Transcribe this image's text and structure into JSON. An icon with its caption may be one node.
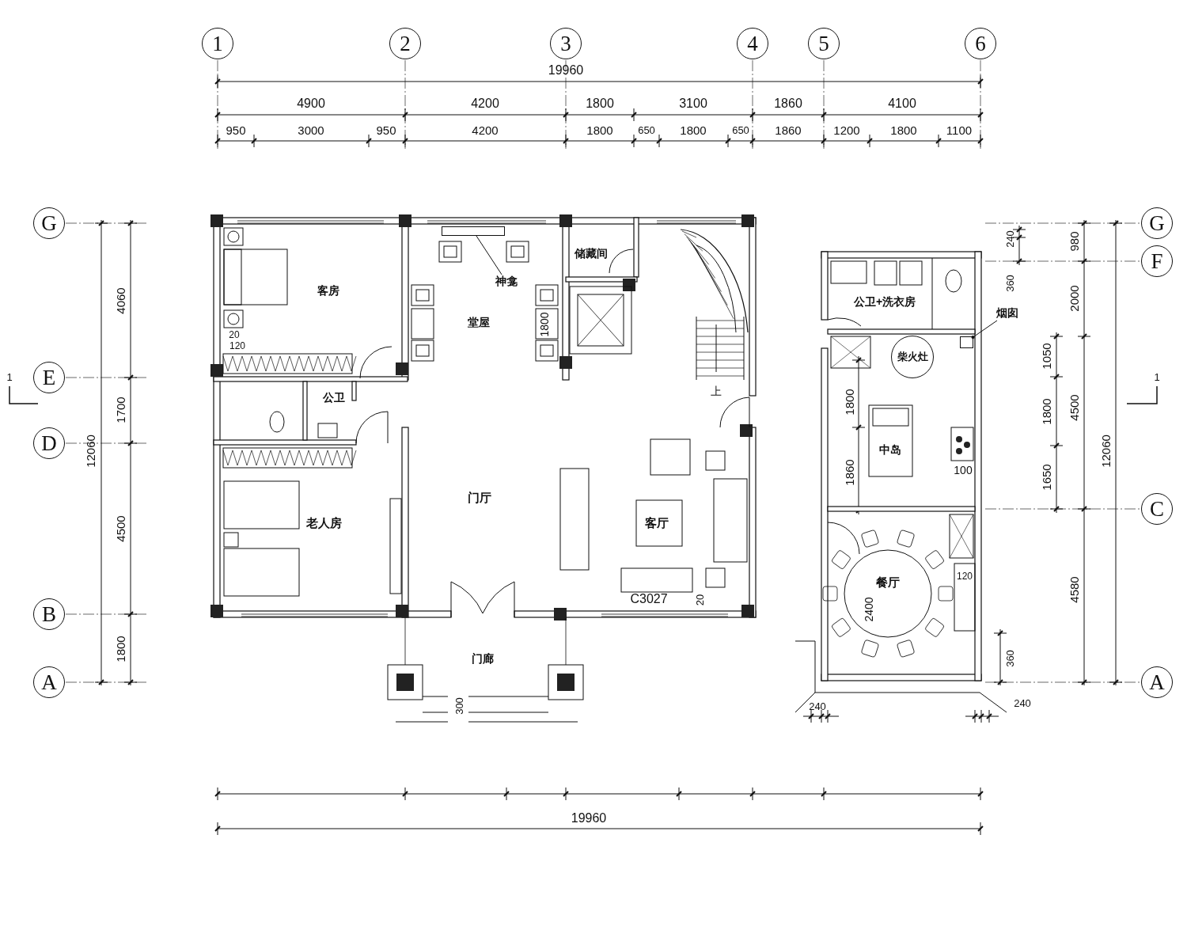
{
  "diagram": {
    "nodes": [
      {
        "text": [
          "1"
        ]
      },
      {
        "text": [
          "2"
        ]
      },
      {
        "text": [
          "3"
        ]
      },
      {
        "text": [
          "4"
        ]
      },
      {
        "text": [
          "5"
        ]
      },
      {
        "text": [
          "6"
        ]
      },
      {
        "text": [
          "G"
        ]
      },
      {
        "text": [
          "E"
        ]
      },
      {
        "text": [
          "D"
        ]
      },
      {
        "text": [
          "B"
        ]
      },
      {
        "text": [
          "A"
        ]
      },
      {
        "text": [
          "G"
        ]
      },
      {
        "text": [
          "F"
        ]
      },
      {
        "text": [
          "C"
        ]
      },
      {
        "text": [
          "A"
        ]
      },
      {
        "text": [
          "神龛"
        ]
      },
      {
        "text": [],
        "shape": "box"
      },
      {
        "text": [
          "烟囱"
        ]
      },
      {
        "text": [],
        "shape": "box"
      },
      {
        "text": [
          "柴火灶"
        ]
      }
    ],
    "edges": [
      {
        "from": 15,
        "to": 16,
        "arrow": "none"
      },
      {
        "from": 17,
        "to": 18,
        "arrow": "other"
      }
    ],
    "labels": [
      "19960",
      "4900",
      "4200",
      "1800",
      "3100",
      "1860",
      "4100",
      "950",
      "3000",
      "950",
      "4200",
      "1800",
      "650",
      "1800",
      "650",
      "1860",
      "1200",
      "1800",
      "1100",
      "4060",
      "1700",
      "12060",
      "4500",
      "1800",
      "1",
      "客房",
      "储藏间",
      "堂屋",
      "1800",
      "20",
      "120",
      "公卫",
      "上",
      "门厅",
      "老人房",
      "客厅",
      "C3027",
      "20",
      "门廊",
      "300",
      "19960",
      "公卫+洗衣房",
      "240",
      "360",
      "980",
      "2000",
      "1050",
      "1800",
      "1800",
      "4500",
      "12060",
      "1860",
      "中岛",
      "100",
      "1650",
      "120",
      "4580",
      "餐厅",
      "2400",
      "360",
      "240",
      "240",
      "1"
    ]
  }
}
